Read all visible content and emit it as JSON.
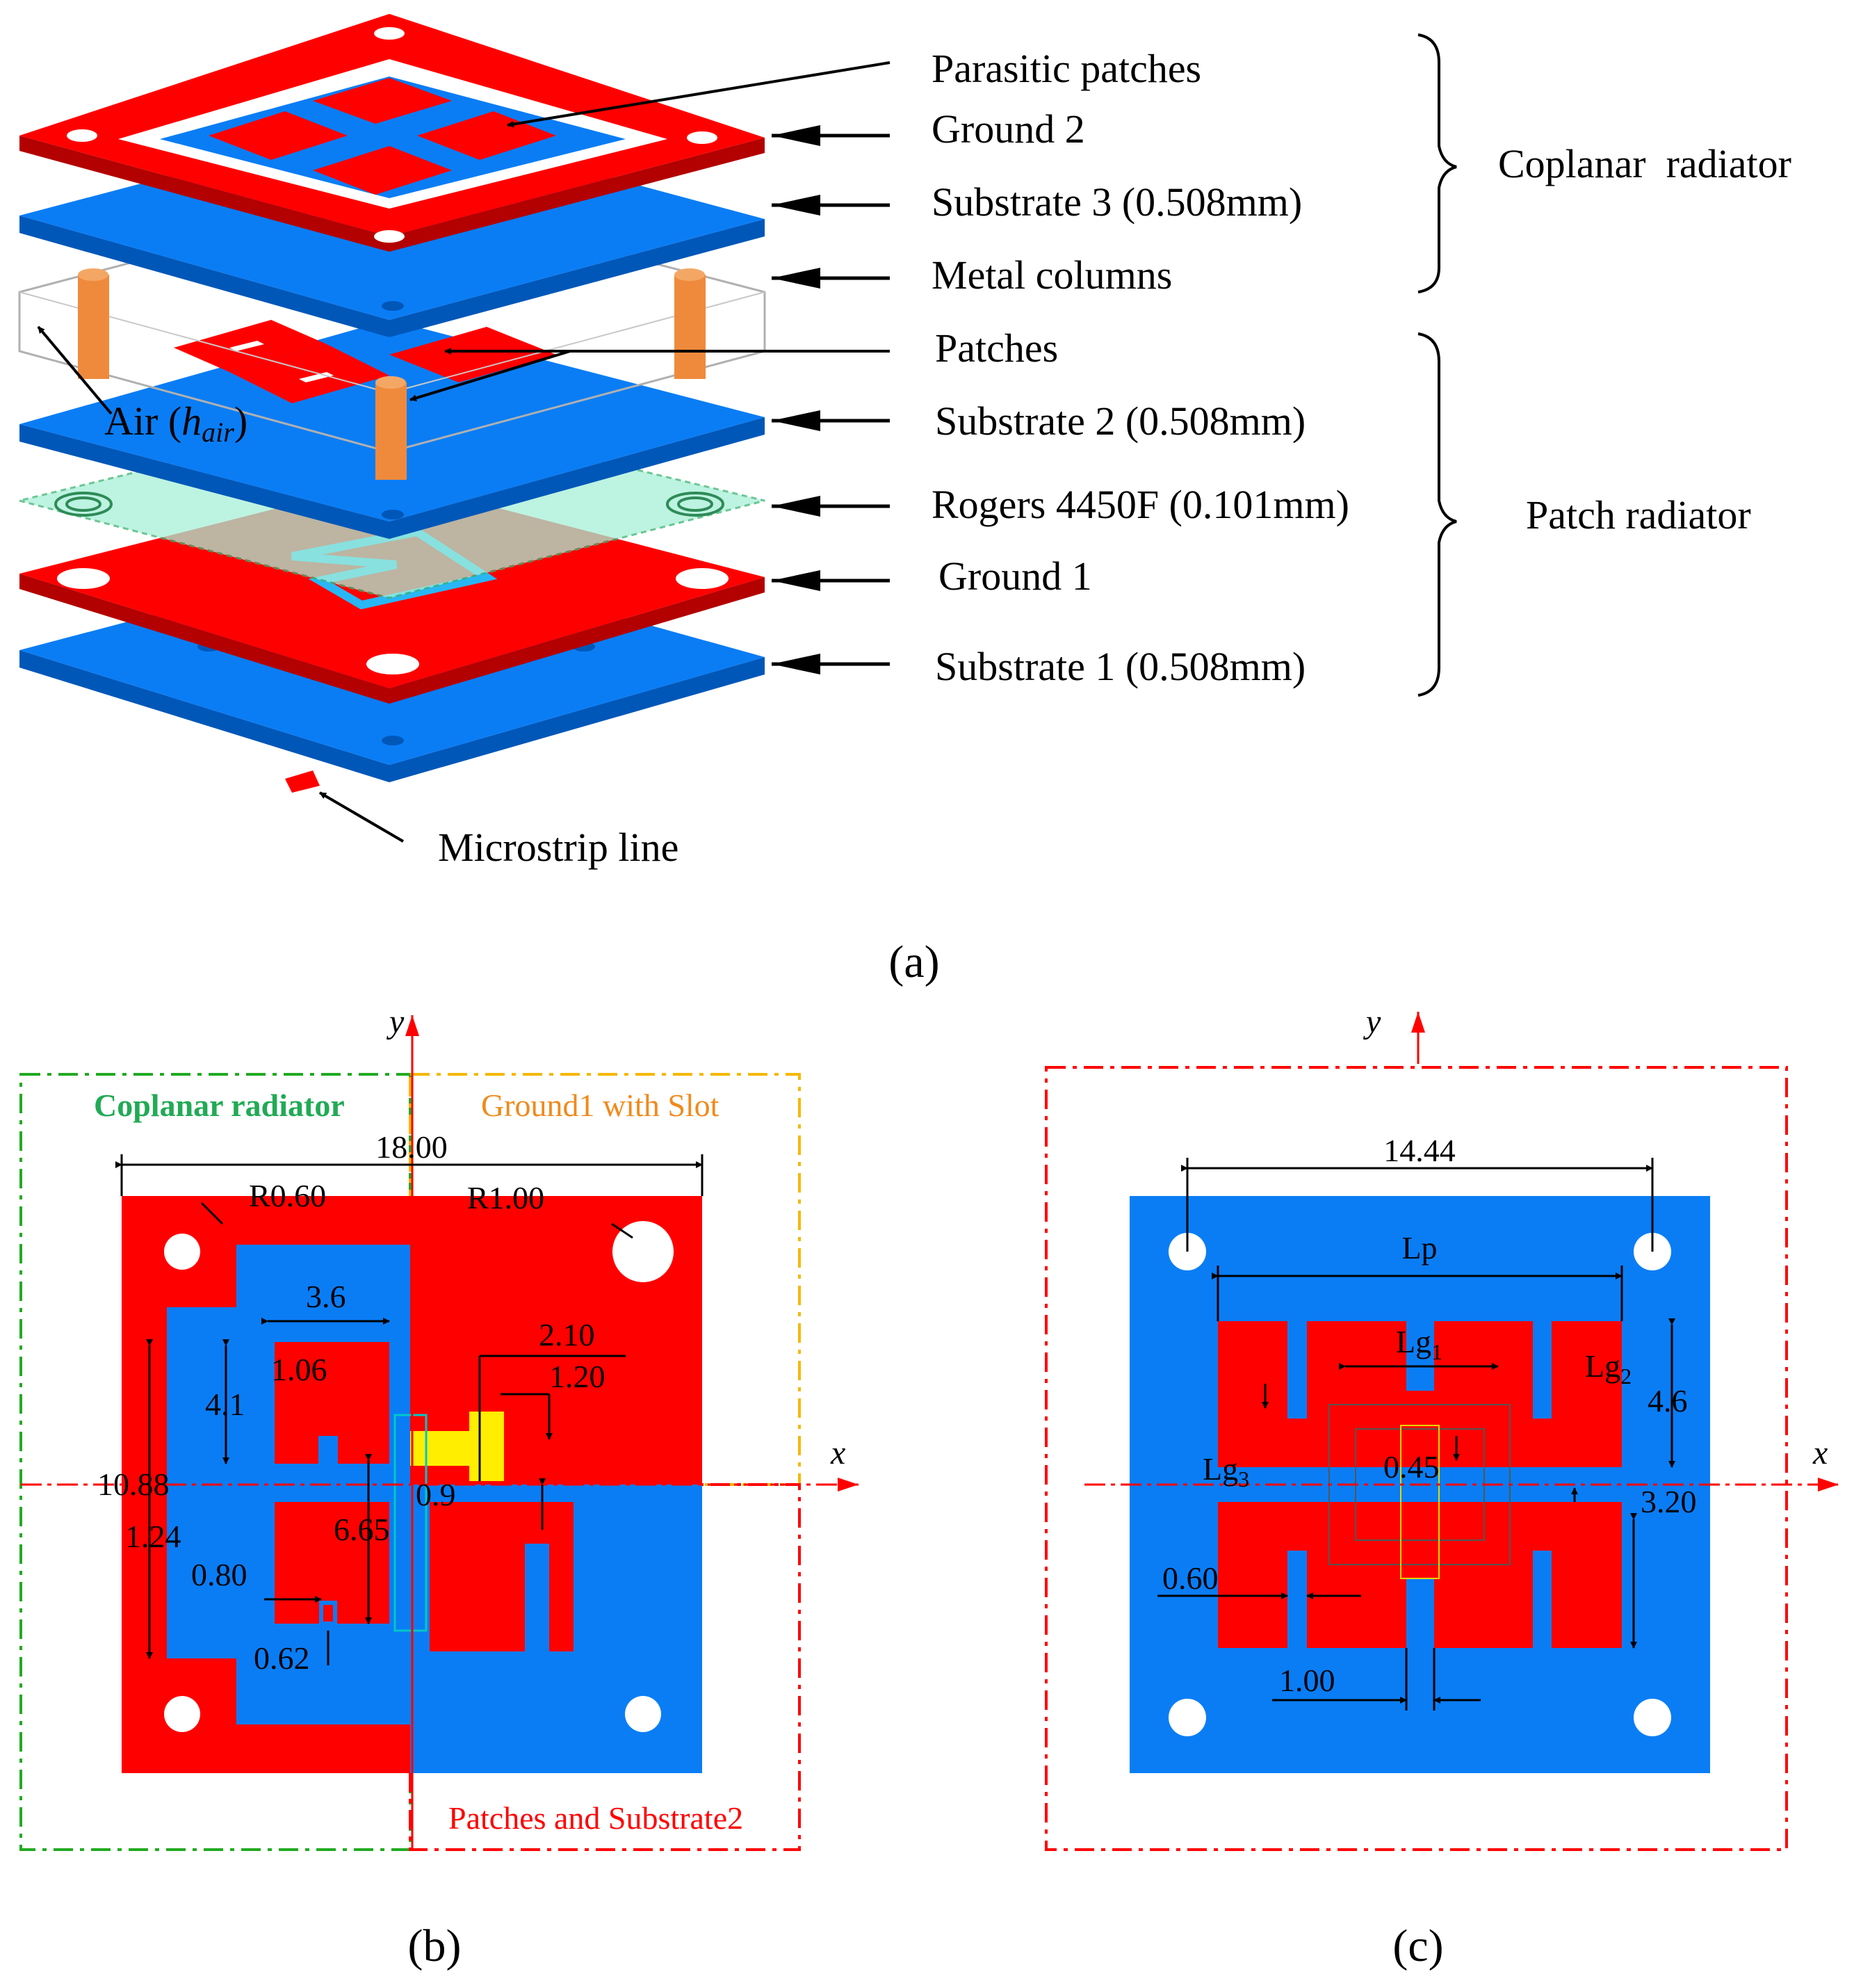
{
  "figure": {
    "panel_a": {
      "caption": "(a)",
      "labels": {
        "parasitic_patches": "Parasitic patches",
        "ground2": "Ground 2",
        "substrate3": "Substrate 3 (0.508mm)",
        "metal_columns": "Metal columns",
        "patches": "Patches",
        "substrate2": "Substrate 2 (0.508mm)",
        "rogers": "Rogers 4450F (0.101mm)",
        "ground1": "Ground 1",
        "substrate1": "Substrate 1 (0.508mm)",
        "microstrip": "Microstrip line",
        "air_prefix": "Air (",
        "air_h": "h",
        "air_sub": "air",
        "air_suffix": ")"
      },
      "groups": {
        "coplanar": "Coplanar  radiator",
        "patch": "Patch radiator"
      }
    },
    "panel_b": {
      "caption": "(b)",
      "axis_x": "x",
      "axis_y": "y",
      "region_coplanar": "Coplanar radiator",
      "region_ground1": "Ground1 with Slot",
      "region_patches": "Patches and Substrate2",
      "dims": {
        "width": "18.00",
        "r_small": "R0.60",
        "r_large": "R1.00",
        "d36": "3.6",
        "d106": "1.06",
        "d41": "4.1",
        "d1088": "10.88",
        "d124": "1.24",
        "d080": "0.80",
        "d665": "6.65",
        "d062": "0.62",
        "d210": "2.10",
        "d120": "1.20",
        "d09": "0.9"
      }
    },
    "panel_c": {
      "caption": "(c)",
      "axis_x": "x",
      "axis_y": "y",
      "dims": {
        "d1444": "14.44",
        "lp": "Lp",
        "lg1": "Lg",
        "lg1_sub": "1",
        "lg2": "Lg",
        "lg2_sub": "2",
        "lg3": "Lg",
        "lg3_sub": "3",
        "d46": "4.6",
        "d045": "0.45",
        "d320": "3.20",
        "d060": "0.60",
        "d100": "1.00"
      }
    },
    "colors": {
      "metal": "#ff0000",
      "substrate": "#0a7df5",
      "slot": "#ffee00",
      "rogers": "#a8f0d8",
      "column": "#ef8a3c",
      "green_frame": "#22aa22",
      "orange_frame": "#f5b800",
      "red_frame": "#ff0000"
    }
  }
}
